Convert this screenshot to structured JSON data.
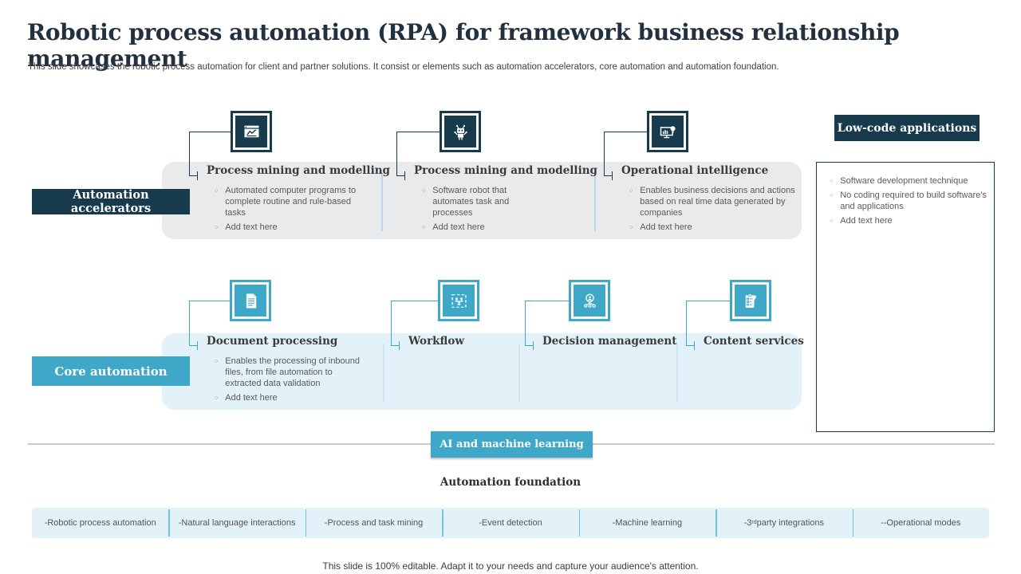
{
  "slide": {
    "title": "Robotic process automation (RPA) for framework business relationship management",
    "subtitle": "This slide showcases the robotic process automation for client and partner solutions. It consist or elements such as automation accelerators, core automation and automation foundation.",
    "footer": "This slide is 100% editable. Adapt it to your needs and capture your audience's attention."
  },
  "colors": {
    "navy": "#173a4d",
    "cyan": "#3fa7c7",
    "band_gray": "#e8eaeb",
    "band_blue": "#e3f1f8",
    "strip_blue": "#e3f1f9"
  },
  "accelerators": {
    "label": "Automation accelerators",
    "items": [
      {
        "icon": "chart-window-icon",
        "title": "Process mining and modelling",
        "bullets": [
          "Automated computer programs to complete routine and rule-based tasks",
          "Add text here"
        ]
      },
      {
        "icon": "robot-icon",
        "title": "Process mining and modelling",
        "bullets": [
          "Software robot that automates task and processes",
          "Add text here"
        ]
      },
      {
        "icon": "monitor-bulb-icon",
        "title": "Operational intelligence",
        "bullets": [
          "Enables business decisions and actions based on real time data generated by companies",
          "Add text here"
        ]
      }
    ]
  },
  "low_code": {
    "label": "Low-code applications",
    "bullets": [
      "Software development technique",
      "No coding required to build software's and applications",
      "Add text here"
    ]
  },
  "core_automation": {
    "label": "Core automation",
    "items": [
      {
        "icon": "document-icon",
        "title": "Document processing",
        "bullets": [
          "Enables the processing of inbound files, from file automation to extracted data validation",
          "Add text here"
        ]
      },
      {
        "icon": "workflow-team-icon",
        "title": "Workflow",
        "bullets": []
      },
      {
        "icon": "decision-management-icon",
        "title": "Decision management",
        "bullets": []
      },
      {
        "icon": "content-services-icon",
        "title": "Content services",
        "bullets": []
      }
    ]
  },
  "foundation": {
    "ai_button": "AI and machine learning",
    "heading": "Automation foundation",
    "items": [
      {
        "label": "-Robotic process automation"
      },
      {
        "label": "-Natural language interactions"
      },
      {
        "label": "-Process and task mining"
      },
      {
        "label": "-Event detection"
      },
      {
        "label": "-Machine learning"
      },
      {
        "pre": "-3",
        "sup": "rd",
        "post": " party integrations"
      },
      {
        "label": "--Operational modes"
      }
    ]
  }
}
